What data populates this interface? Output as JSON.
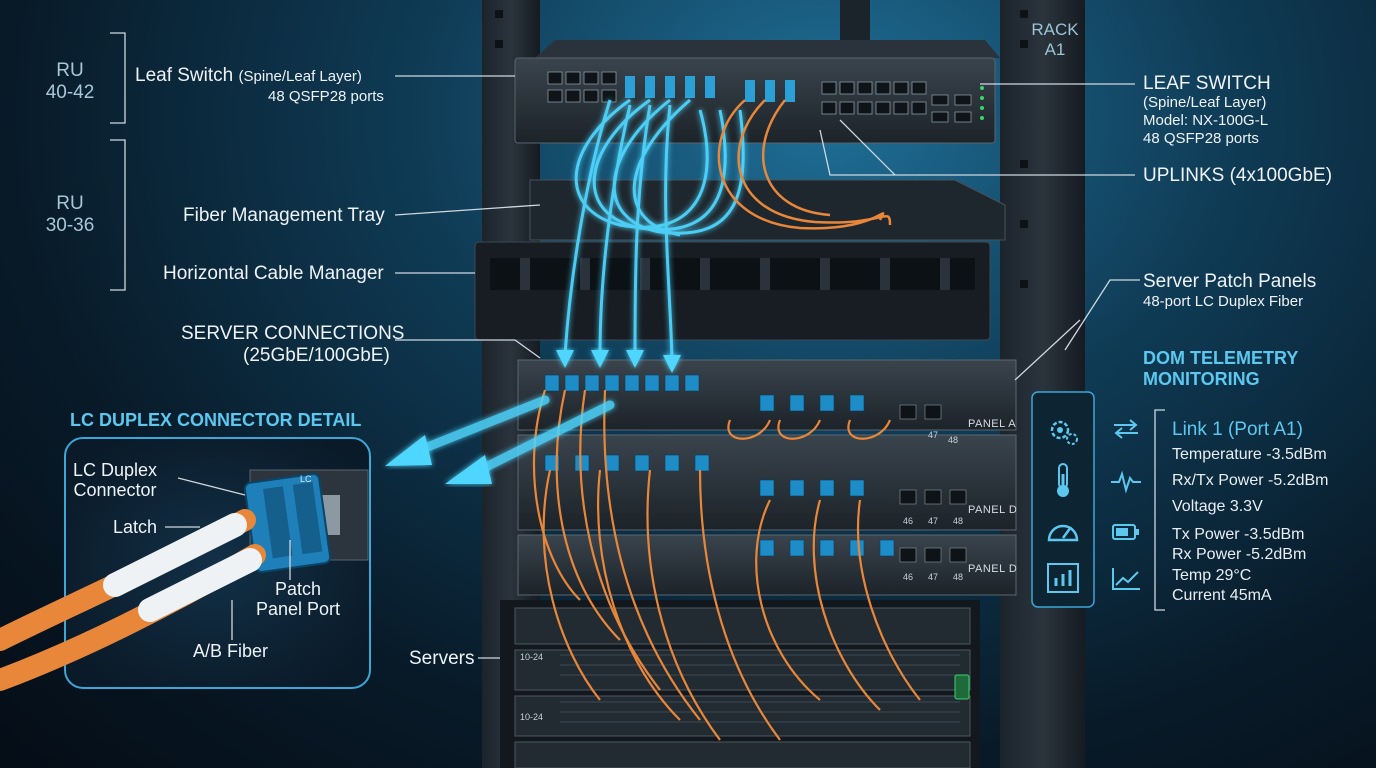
{
  "rack": {
    "label": "RACK\nA1"
  },
  "ru_groups": [
    {
      "label": "RU\n40-42"
    },
    {
      "label": "RU\n30-36"
    }
  ],
  "left_labels": {
    "leaf_switch": "Leaf Switch",
    "leaf_switch_sub": "(Spine/Leaf Layer)",
    "leaf_switch_ports": "48 QSFP28 ports",
    "fiber_tray": "Fiber Management Tray",
    "cable_manager": "Horizontal Cable Manager",
    "server_connections": "SERVER CONNECTIONS",
    "server_connections_sub": "(25GbE/100GbE)",
    "servers": "Servers"
  },
  "right_labels": {
    "leaf_title": "LEAF SWITCH",
    "leaf_layer": "(Spine/Leaf Layer)",
    "leaf_model": "Model: NX-100G-L",
    "leaf_ports": "48 QSFP28 ports",
    "uplinks": "UPLINKS (4x100GbE)",
    "patch_panels": "Server Patch Panels",
    "patch_panels_sub": "48-port LC Duplex Fiber"
  },
  "detail": {
    "title": "LC DUPLEX CONNECTOR DETAIL",
    "connector": "LC Duplex\nConnector",
    "latch": "Latch",
    "patch_port": "Patch\nPanel Port",
    "fiber": "A/B Fiber",
    "lc_tag": "LC"
  },
  "panels": [
    {
      "label": "PANEL A",
      "ports": [
        "47",
        "48"
      ]
    },
    {
      "label": "PANEL D",
      "ports": [
        "46",
        "47",
        "48"
      ]
    },
    {
      "label": "PANEL D",
      "ports": [
        "46",
        "47",
        "48"
      ]
    }
  ],
  "servers": [
    {
      "tag": "10-24"
    },
    {
      "tag": "10-24"
    }
  ],
  "dom": {
    "title": "DOM TELEMETRY\nMONITORING",
    "link": "Link 1 (Port A1)",
    "metrics": [
      "Temperature -3.5dBm",
      "Rx/Tx Power -5.2dBm",
      "Voltage 3.3V",
      "Tx Power -3.5dBm",
      "Rx Power -5.2dBm",
      "Temp  29°C",
      "Current  45mA"
    ],
    "icons": [
      "gears-icon",
      "thermometer-icon",
      "gauge-icon",
      "bar-chart-icon"
    ],
    "side_icons": [
      "exchange-arrows-icon",
      "pulse-icon",
      "battery-icon",
      "trend-chart-icon"
    ]
  },
  "colors": {
    "fiber_cyan": "#4fd6ff",
    "fiber_orange": "#e8873a",
    "connector_blue": "#1f7fb8",
    "accent": "#5cc8f0"
  }
}
